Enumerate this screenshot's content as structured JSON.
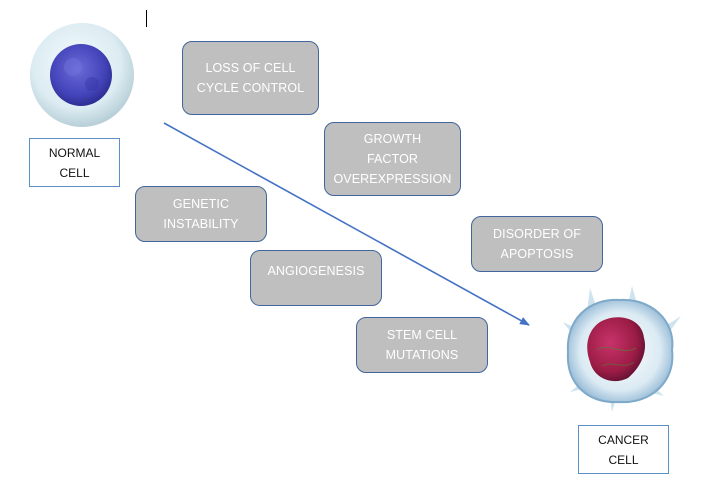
{
  "diagram": {
    "start": {
      "label_lines": [
        "NORMAL",
        "CELL"
      ],
      "icon": "normal-cell-icon"
    },
    "end": {
      "label_lines": [
        "CANCER",
        "CELL"
      ],
      "icon": "cancer-cell-icon"
    },
    "arrow": {
      "direction": "normal-to-cancer",
      "color": "#4472c4"
    },
    "steps": [
      {
        "id": "loss-of-cell-cycle-control",
        "lines": [
          "LOSS OF CELL",
          "CYCLE CONTROL"
        ]
      },
      {
        "id": "growth-factor-overexpression",
        "lines": [
          "GROWTH",
          "FACTOR",
          "OVEREXPRESSION"
        ]
      },
      {
        "id": "genetic-instability",
        "lines": [
          "GENETIC",
          "INSTABILITY"
        ]
      },
      {
        "id": "angiogenesis",
        "lines": [
          "ANGIOGENESIS"
        ]
      },
      {
        "id": "disorder-of-apoptosis",
        "lines": [
          "DISORDER OF",
          "APOPTOSIS"
        ]
      },
      {
        "id": "stem-cell-mutations",
        "lines": [
          "STEM CELL",
          "MUTATIONS"
        ]
      }
    ],
    "colors": {
      "step_fill": "#bfbfbf",
      "step_border": "#41659c",
      "step_text": "#ffffff",
      "label_border": "#5b8fc7",
      "normal_nucleus": "#4a4ac0",
      "cancer_nucleus": "#a01e4a"
    }
  }
}
